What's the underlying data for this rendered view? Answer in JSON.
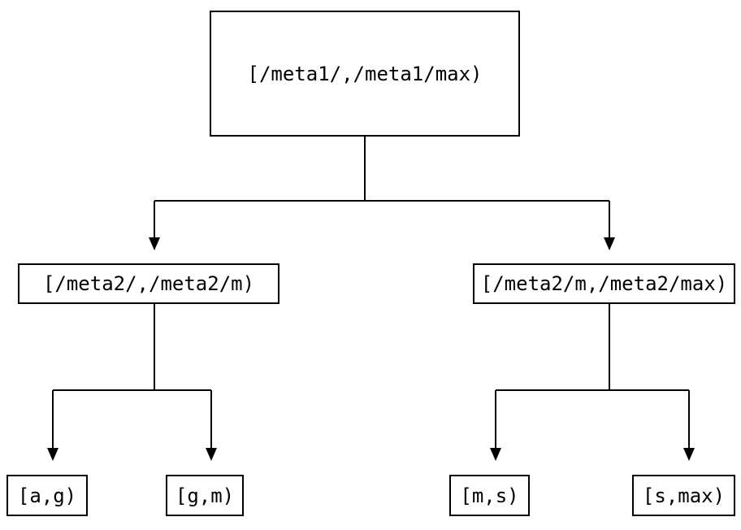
{
  "tree": {
    "root": {
      "label": "[/meta1/,/meta1/max)",
      "children": [
        {
          "label": "[/meta2/,/meta2/m)",
          "children": [
            {
              "label": "[a,g)"
            },
            {
              "label": "[g,m)"
            }
          ]
        },
        {
          "label": "[/meta2/m,/meta2/max)",
          "children": [
            {
              "label": "[m,s)"
            },
            {
              "label": "[s,max)"
            }
          ]
        }
      ]
    },
    "colors": {
      "line": "#000000",
      "text": "#000000",
      "background": "#ffffff"
    }
  }
}
